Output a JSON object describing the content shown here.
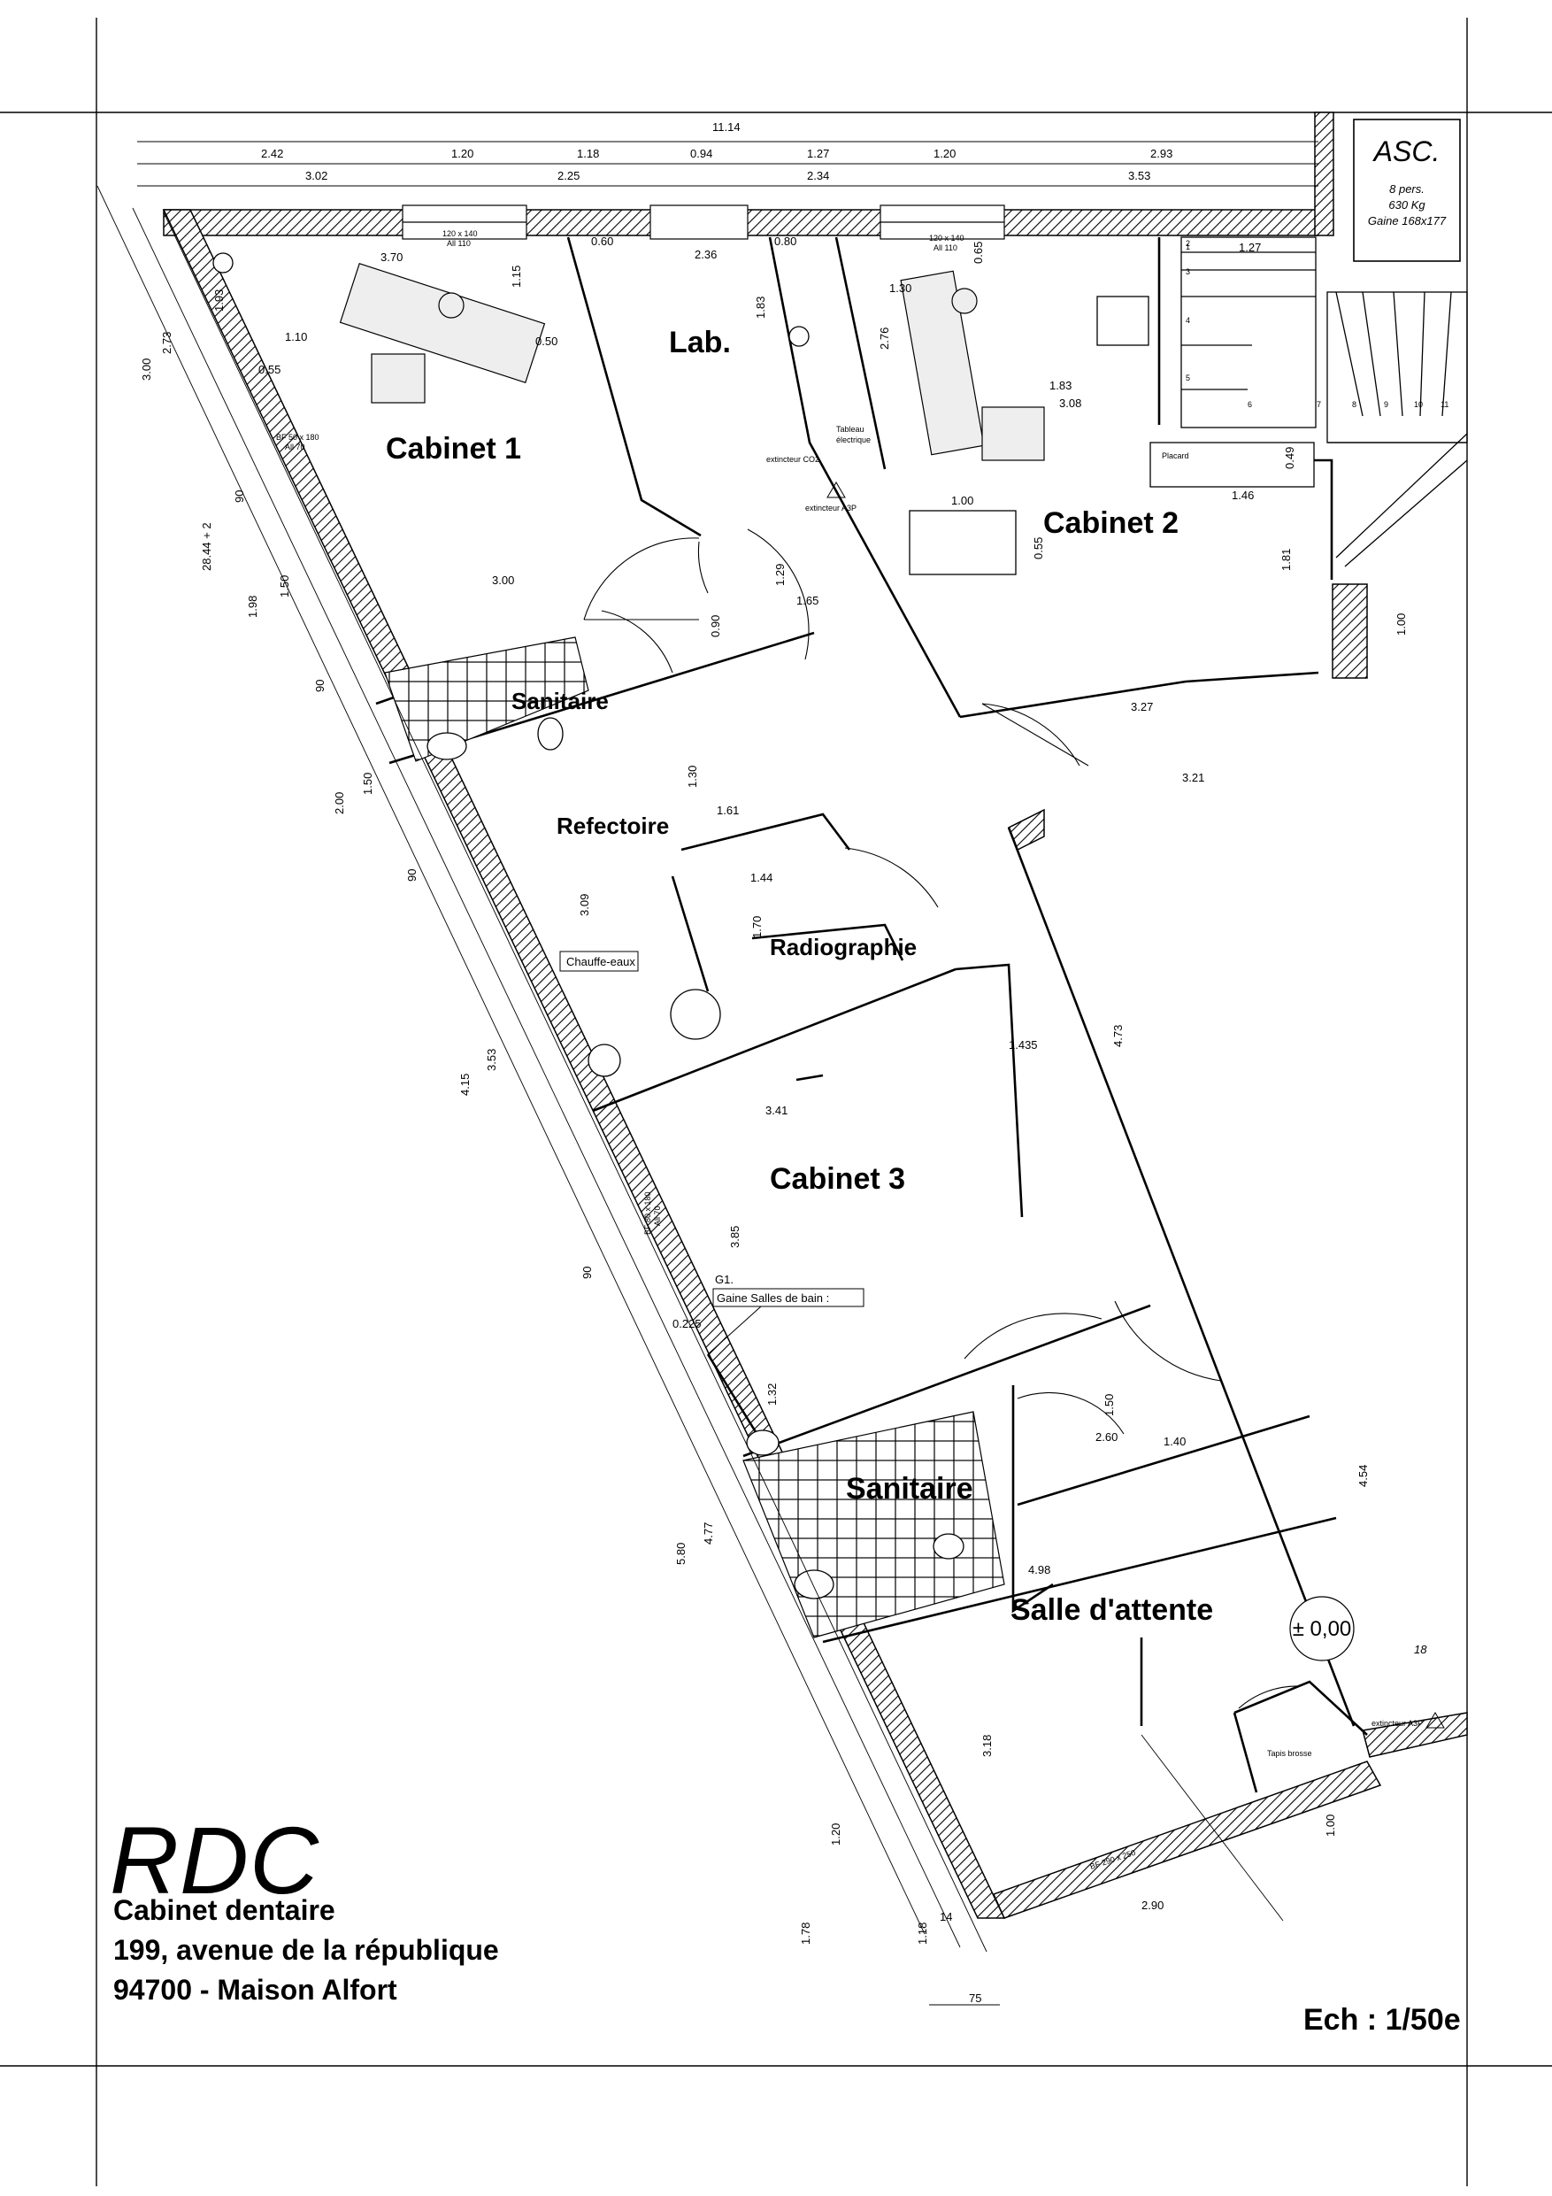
{
  "sheet": {
    "level": "RDC",
    "project_lines": [
      "Cabinet dentaire",
      "199, avenue de la république",
      "94700 - Maison Alfort"
    ],
    "scale": "Ech : 1/50e"
  },
  "rooms": {
    "cabinet1": "Cabinet 1",
    "lab": "Lab.",
    "cabinet2": "Cabinet 2",
    "sanitaire1": "Sanitaire",
    "refectoire": "Refectoire",
    "radiographie": "Radiographie",
    "cabinet3": "Cabinet 3",
    "sanitaire2": "Sanitaire",
    "salle_attente": "Salle d'attente"
  },
  "elevator": {
    "title": "ASC.",
    "persons": "8 pers.",
    "load": "630 Kg",
    "shaft": "Gaine 168x177"
  },
  "labels": {
    "chauffe_eaux": "Chauffe-eaux",
    "tableau": "Tableau",
    "electrique": "électrique",
    "extincteur_co2": "extincteur CO2",
    "extincteur_a3p": "extincteur A3P",
    "extincteur_a3p_2": "extincteur A3P",
    "placard": "Placard",
    "tapis_brosse": "Tapis brosse",
    "level_mark": "± 0,00",
    "g1": "G1.",
    "gaine_sdb": "Gaine Salles de bain :",
    "win_120": "120 x 140",
    "win_all": "All 110",
    "win_120_b": "120 x 140",
    "win_all_b": "All 110",
    "bf_50": "BF 50 x 180",
    "bf_50_all": "All 70",
    "bf_80": "BF 80 x 180",
    "bf_80_all": "All 70",
    "bf_290": "BF 290 x 250"
  },
  "stair_steps": [
    "1",
    "2",
    "3",
    "4",
    "5",
    "6",
    "7",
    "8",
    "9",
    "10",
    "11"
  ],
  "dimensions": {
    "top_total": "11.14",
    "t1": "2.42",
    "t2": "1.20",
    "t3": "1.18",
    "t4": "0.94",
    "t5": "1.27",
    "t6": "1.20",
    "t7": "2.93",
    "u1": "3.02",
    "u2": "2.25",
    "u3": "2.34",
    "u4": "3.53",
    "c1_w": "3.70",
    "c1_a": "0.60",
    "lab_w": "2.36",
    "lab_b": "0.80",
    "c1_d1": "1.15",
    "c1_d2": "1.93",
    "c1_d3": "1.10",
    "c1_d4": "0.55",
    "c1_d5": "0.50",
    "lab_h": "1.83",
    "c2_a": "0.65",
    "c2_w": "1.30",
    "c2_h": "2.76",
    "c2_b": "1.27",
    "c2_c": "1.83",
    "c2_d": "3.08",
    "c2_e": "1.00",
    "c2_f": "0.55",
    "c2_g": "0.49",
    "c2_h2": "1.46",
    "c2_i": "1.81",
    "c2_j": "1.00",
    "san1_w": "3.00",
    "corr_a": "1.29",
    "corr_b": "1.65",
    "corr_c": "0.90",
    "corr_d": "3.27",
    "corr_e": "3.21",
    "ref_a": "1.30",
    "ref_b": "1.61",
    "ref_c": "1.44",
    "ref_d": "1.70",
    "ref_e": "3.09",
    "rad_a": "1.435",
    "c3_a": "3.41",
    "c3_b": "3.85",
    "c3_c": "4.73",
    "g_a": "0.225",
    "san2_a": "1.32",
    "san2_b": "1.50",
    "san2_c": "2.60",
    "san2_d": "1.40",
    "sa_a": "4.98",
    "sa_b": "3.18",
    "sa_c": "4.54",
    "sa_d": "1.00",
    "sa_e": "2.90",
    "sa_f": "18",
    "left_a": "2.73",
    "left_b": "3.00",
    "left_c": "28.44 + 2",
    "left_d": "1.98",
    "left_e": "1.50",
    "left_f": "90",
    "left_g": "1.50",
    "left_h": "2.00",
    "left_i": "90",
    "left_j": "3.53",
    "left_k": "4.15",
    "left_l": "90",
    "left_m": "4.77",
    "left_n": "5.80",
    "left_o": "1.20",
    "left_p": "1.78",
    "left_q": "1.18",
    "left_r": "75",
    "left_s": "14",
    "left_t": "90"
  }
}
